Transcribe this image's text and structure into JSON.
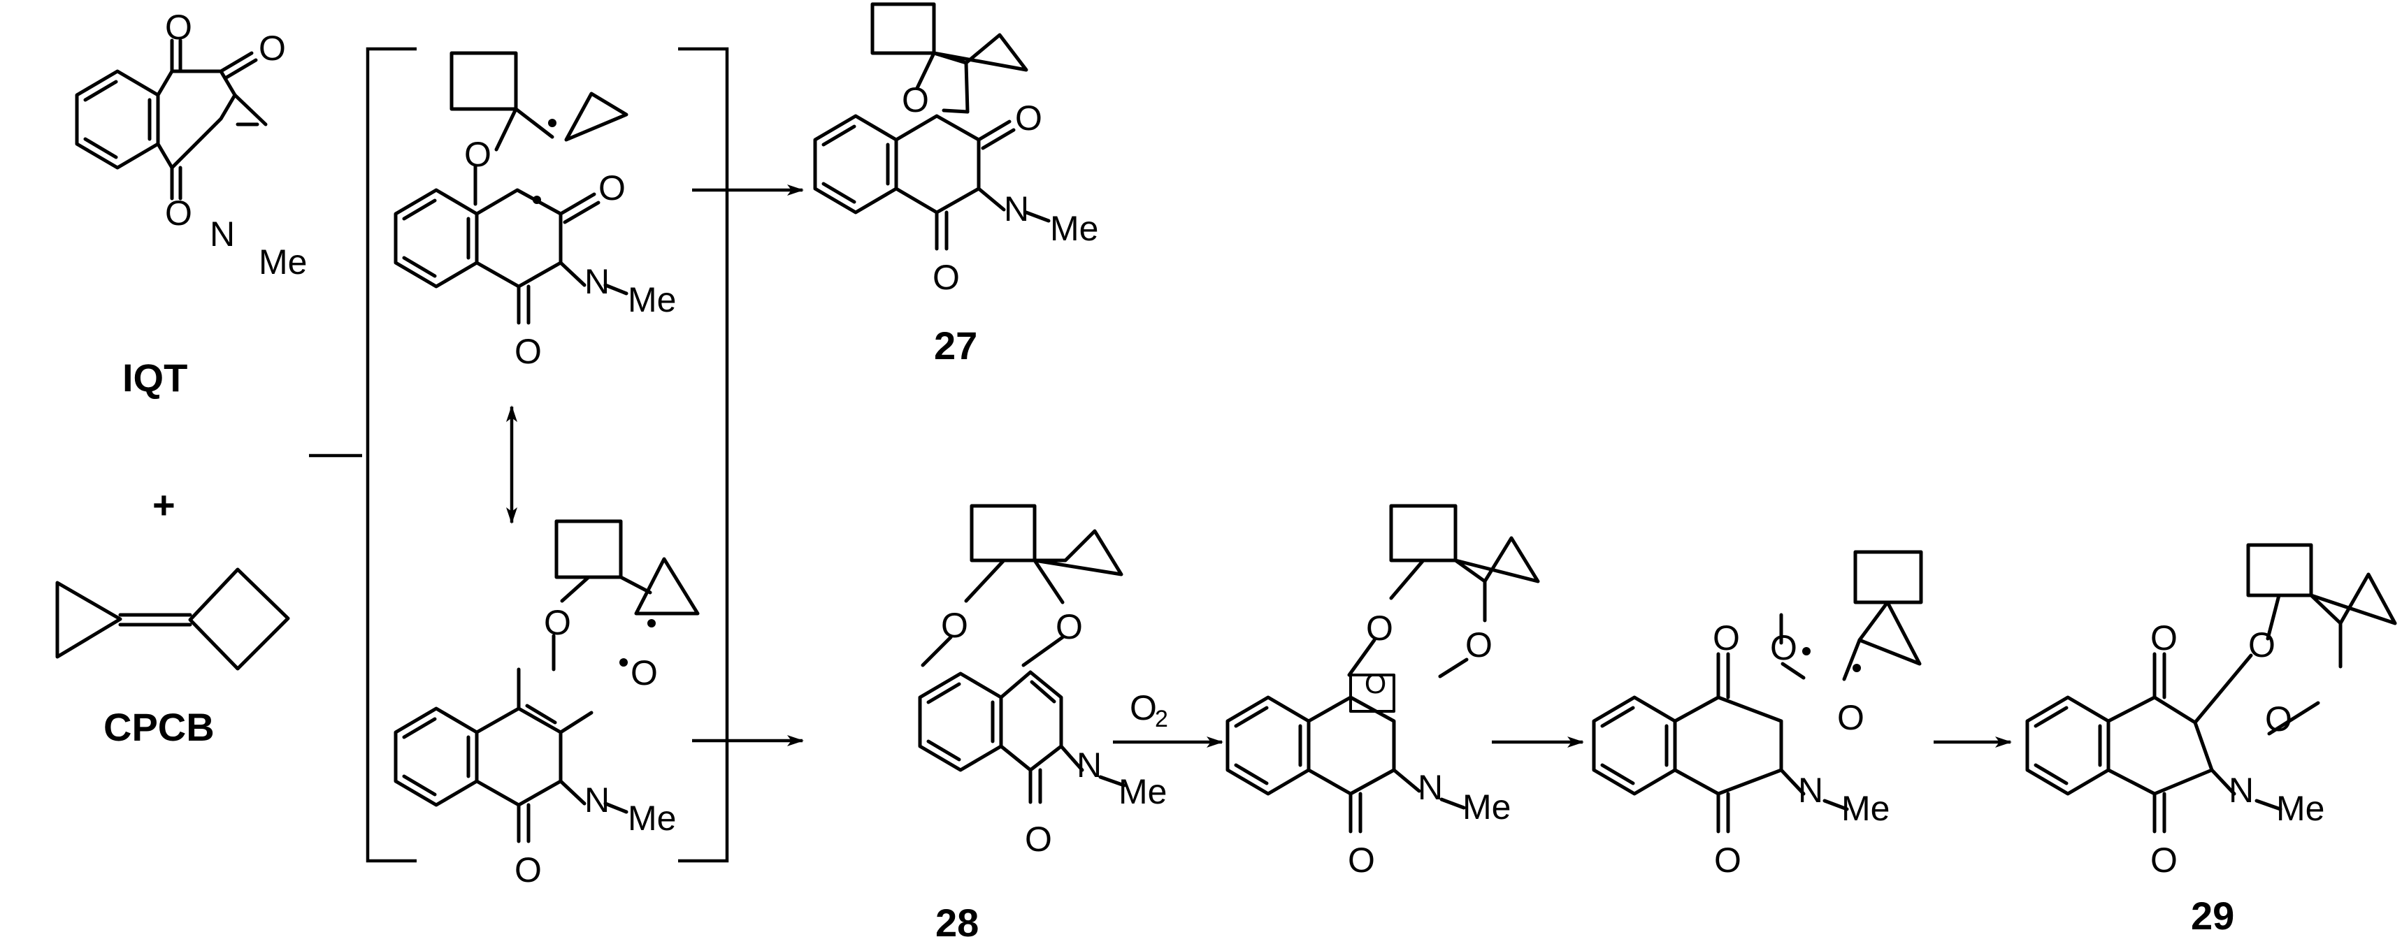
{
  "labels": {
    "iqt": "IQT",
    "plus": "+",
    "cpcb": "CPCB",
    "cmpd27": "27",
    "cmpd28": "28",
    "cmpd29": "29"
  },
  "atoms": {
    "O": "O",
    "N": "N",
    "Me": "Me"
  },
  "reagents": {
    "oxygen": "O",
    "oxygen_subscript": "2"
  }
}
